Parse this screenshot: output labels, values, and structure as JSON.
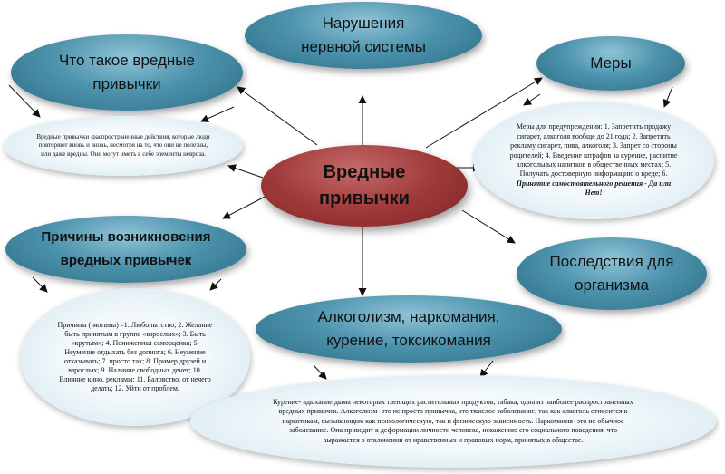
{
  "center": "Вредные привычки",
  "nervous": "Нарушения нервной системы",
  "what_is": {
    "title": "Что такое вредные привычки",
    "text": "Вредные привычки -распространенные действия, которые люди повторяют вновь и вновь, несмотря на то, что они не полезны, или даже вредны. Они могут иметь в себе элементы невроза."
  },
  "measures": {
    "title": "Меры",
    "text_plain": "Меры для предупреждения: 1. Запретить продажу сигарет, алкоголя вообще до 21 года; 2. Запретить рекламу сигарет, пива, алкоголя; 3. Запрет со стороны родителей; 4. Введение штрафов за курение, распитие алкогольных напитков  в общественных местах; 5. Получать достоверную информацию о вреде; 6. ",
    "text_emph": "Принятие самостоятельного решения  - Да или Нет!"
  },
  "causes": {
    "title": "Причины возникновения вредных привычек",
    "text": "Причины ( мотивы) –1. Любопытство; 2. Желание быть принятым в группе «взрослых»; 3. Быть  «крутым»; 4. Пониженная    самооценка; 5.  Неумение отдыхать без допинга; 6.  Неумение отказывать; 7.  просто так; 8. Пример друзей и взрослых; 9. Наличие свободных денег; 10. Влияние кино, рекламы; 11. Баловство, от нечего делать; 12. Уйти от проблем."
  },
  "consequences": "Последствия для организма",
  "types": {
    "title": "Алкоголизм, наркомания, курение, токсикомания",
    "text": "Курение- вдыхание дыма некоторых тлеющих растительных продуктов, табака, одна из наиболее распространенных вредных привычек. Алкоголизм- это не просто привычка, это тяжелое заболевание, так как алкоголь относится к наркотикам, вызывающим как психологическую, так и физическую зависимость. Наркомания- это не обычное заболевание. Она приводит к деформации личности человека, искажению его социального поведения, что выражается в отклонении от нравственных и правовых норм, принятых в обществе."
  }
}
